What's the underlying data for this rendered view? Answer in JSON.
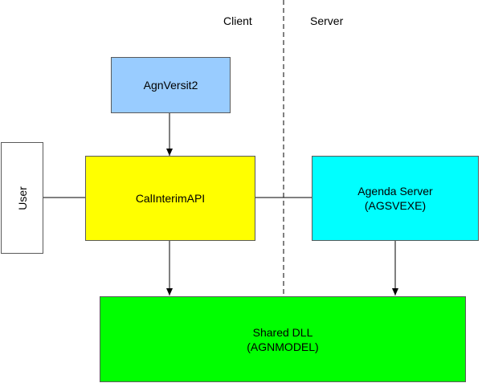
{
  "regions": {
    "client": "Client",
    "server": "Server"
  },
  "nodes": {
    "agnversit2": {
      "label": "AgnVersit2",
      "color": "#99ccff"
    },
    "user": {
      "label": "User",
      "color": "#ffffff"
    },
    "calinterimapi": {
      "label": "CalInterimAPI",
      "color": "#ffff00"
    },
    "agenda_server": {
      "line1": "Agenda Server",
      "line2": "(AGSVEXE)",
      "color": "#00ffff"
    },
    "shared_dll": {
      "line1": "Shared DLL",
      "line2": "(AGNMODEL)",
      "color": "#00ff00"
    }
  },
  "edges": [
    {
      "from": "agnversit2",
      "to": "calinterimapi",
      "arrow": true
    },
    {
      "from": "user",
      "to": "calinterimapi",
      "arrow": false
    },
    {
      "from": "calinterimapi",
      "to": "agenda_server",
      "arrow": false
    },
    {
      "from": "calinterimapi",
      "to": "shared_dll",
      "arrow": true
    },
    {
      "from": "agenda_server",
      "to": "shared_dll",
      "arrow": true
    }
  ]
}
